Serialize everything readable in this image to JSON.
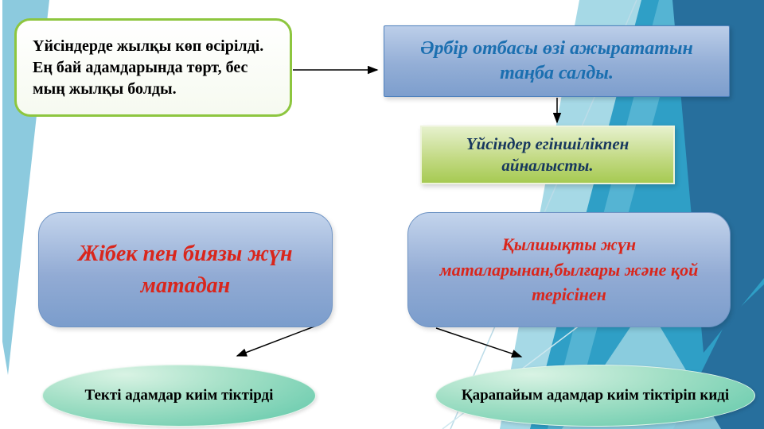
{
  "slide": {
    "boxes": {
      "fact": {
        "text": "Үйсіндерде жылқы көп өсірілді. Ең бай адамдарында төрт, бес мың жылқы болды."
      },
      "tamga": {
        "text": "Әрбір отбасы өзі ажырататын таңба салды."
      },
      "farming": {
        "text": "Үйсіндер егіншілікпен айналысты."
      },
      "silk": {
        "text": "Жібек пен биязы жүн матадан"
      },
      "wool": {
        "text": "Қылшықты жүн маталарынан,былғары және қой терісінен"
      },
      "nobles": {
        "text": "Текті адамдар киім тіктірді"
      },
      "commoners": {
        "text": "Қарапайым адамдар киім тіктіріп киді"
      }
    },
    "colors": {
      "fact_border_green": "#8dc63f",
      "blue_box_top": "#bccee9",
      "blue_box_bottom": "#7b9dcc",
      "blue_box_border": "#4f81bd",
      "green_box_top": "#e6f1cd",
      "green_box_bottom": "#a6ca52",
      "ellipse_top": "#d9f3e4",
      "ellipse_bottom": "#5ec7a9",
      "text_blue": "#1b6fb0",
      "text_navy": "#17375e",
      "text_red": "#d9261c",
      "ribbon_light_blue": "#8ccade",
      "ribbon_teal": "#2f9fc6",
      "ribbon_dark": "#276f9d",
      "arrow_black": "#000000"
    }
  }
}
